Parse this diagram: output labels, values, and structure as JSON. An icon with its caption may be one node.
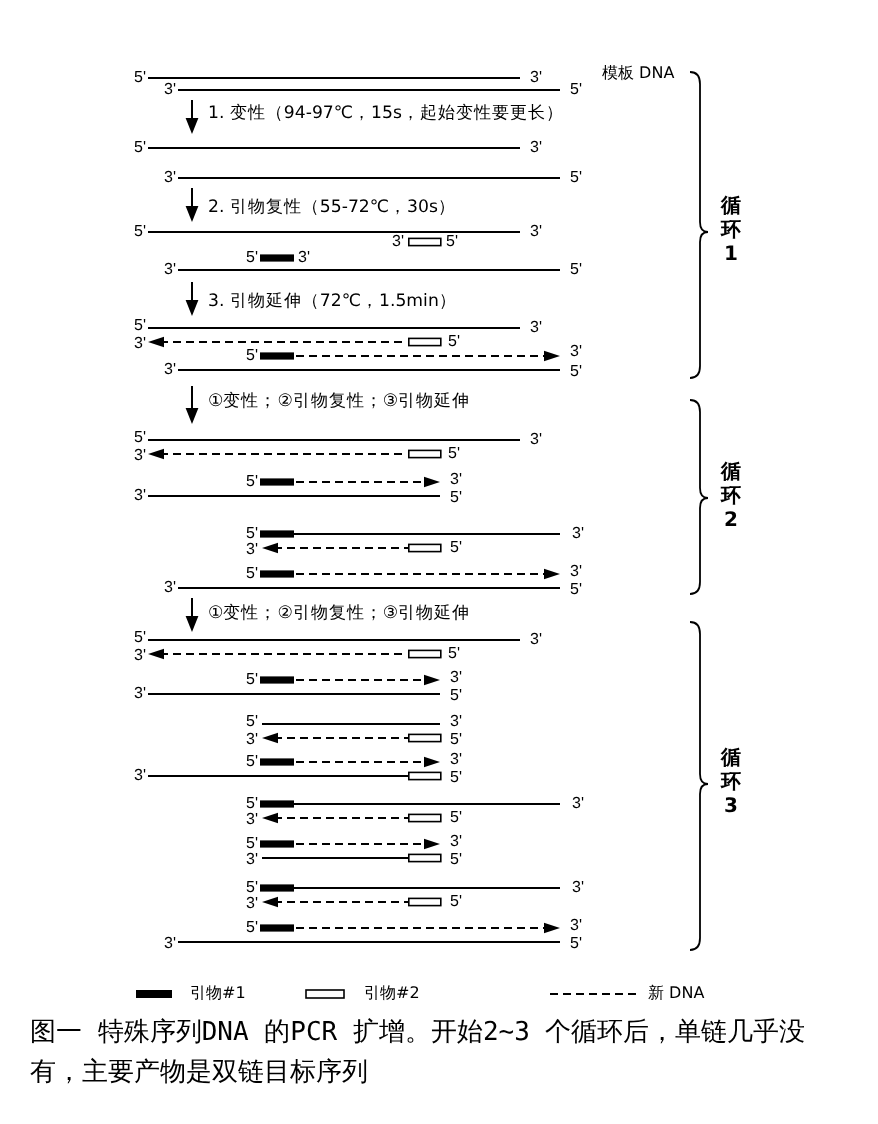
{
  "diagram": {
    "caption": "图一 特殊序列DNA 的PCR 扩增。开始2~3 个循环后，单链几乎没有，主要产物是双链目标序列",
    "labels": [
      "5'",
      "3'",
      "模板 DNA",
      "3'",
      "5'",
      "1. 变性（94-97℃，15s，起始变性要更长）",
      "5'",
      "3'",
      "3'",
      "5'",
      "2. 引物复性（55-72℃，30s）",
      "5'",
      "3'",
      "3'",
      "5'",
      "5'",
      "3'",
      "3'",
      "5'",
      "3. 引物延伸（72℃，1.5min）",
      "5'",
      "3'",
      "3'",
      "5'",
      "5'",
      "3'",
      "3'",
      "5'",
      "循环1",
      "①变性；②引物复性；③引物延伸",
      "5'",
      "3'",
      "3'",
      "5'",
      "5'",
      "3'",
      "3'",
      "5'",
      "5'",
      "3'",
      "3'",
      "5'",
      "5'",
      "3'",
      "3'",
      "5'",
      "循环2",
      "①变性；②引物复性；③引物延伸",
      "5'",
      "3'",
      "3'",
      "5'",
      "5'",
      "3'",
      "3'",
      "5'",
      "5'",
      "3'",
      "3'",
      "5'",
      "5'",
      "3'",
      "3'",
      "5'",
      "5'",
      "3'",
      "3'",
      "5'",
      "5'",
      "3'",
      "3'",
      "5'",
      "5'",
      "3'",
      "3'",
      "5'",
      "5'",
      "3'",
      "3'",
      "5'",
      "循环3"
    ],
    "legend": [
      {
        "text": "引物#1"
      },
      {
        "text": "引物#2"
      },
      {
        "text": "新 DNA"
      }
    ]
  }
}
